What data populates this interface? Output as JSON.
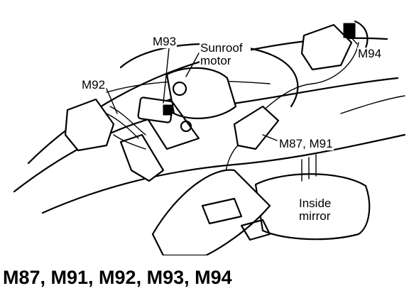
{
  "labels": {
    "m93": "M93",
    "m92": "M92",
    "m94": "M94",
    "m87_m91": "M87, M91",
    "sunroof_motor": "Sunroof motor",
    "inside_mirror": "Inside mirror"
  },
  "caption": "M87, M91, M92, M93, M94"
}
